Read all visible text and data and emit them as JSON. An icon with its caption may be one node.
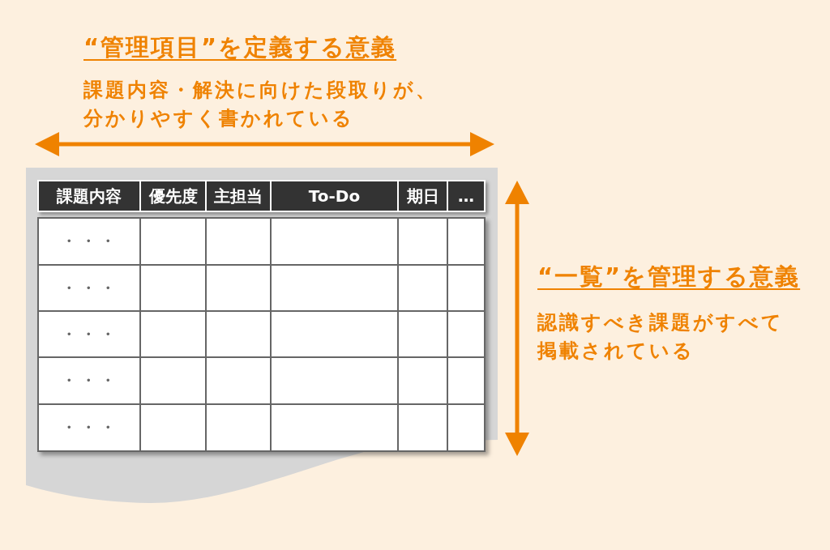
{
  "diagram": {
    "labels": [
      "“管理項目”を定義する意義",
      "課題内容・解決に向けた段取りが、分かりやすく書かれている",
      "課題内容",
      "優先度",
      "主担当",
      "To-Do",
      "期日",
      "…",
      "・・・",
      "・・・",
      "・・・",
      "・・・",
      "・・・",
      "“一覧”を管理する意義",
      "認識すべき課題がすべて掲載されている"
    ]
  }
}
